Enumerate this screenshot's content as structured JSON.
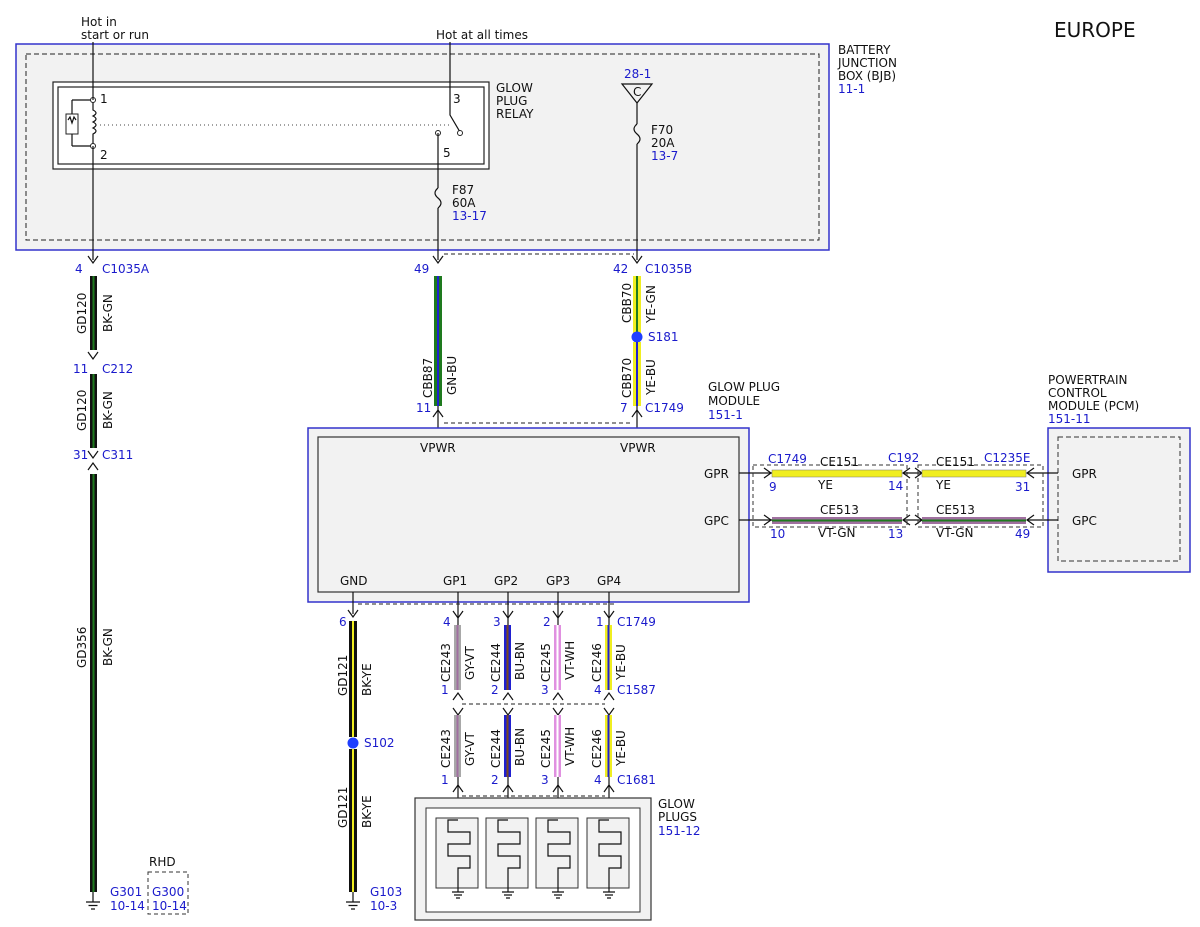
{
  "region": "EUROPE",
  "colors": {
    "module_border": "#3333cc",
    "bk": "#111111",
    "gn": "#1e7a1e",
    "ye": "#f0ee20",
    "vt": "#a070a0",
    "gy": "#a8a8a8",
    "bu": "#2020d0",
    "wh": "#ffffff",
    "bn": "#7a4a20",
    "splice": "#1f3fff"
  },
  "supply": {
    "run": {
      "line1": "Hot in",
      "line2": "start or run"
    },
    "always": "Hot at all times"
  },
  "bjb": {
    "name": [
      "BATTERY",
      "JUNCTION",
      "BOX (BJB)"
    ],
    "ref": "11-1",
    "relay": {
      "name": [
        "GLOW",
        "PLUG",
        "RELAY"
      ],
      "pins": [
        "1",
        "2",
        "3",
        "5"
      ]
    },
    "f87": {
      "name": "F87",
      "rating": "60A",
      "ref": "13-17"
    },
    "f70": {
      "name": "F70",
      "rating": "20A",
      "ref": "13-7"
    },
    "feed": {
      "ref": "28-1",
      "letter": "C"
    }
  },
  "left_circuit": {
    "c1035a": {
      "pin": "4",
      "name": "C1035A"
    },
    "seg1": {
      "circuit": "GD120",
      "color": "BK-GN"
    },
    "c212": {
      "pin": "11",
      "name": "C212"
    },
    "seg2": {
      "circuit": "GD120",
      "color": "BK-GN"
    },
    "c311": {
      "pin": "31",
      "name": "C311"
    },
    "seg3": {
      "circuit": "GD356",
      "color": "BK-GN"
    },
    "g301": {
      "name": "G301",
      "ref": "10-14"
    },
    "rhd": {
      "label": "RHD",
      "name": "G300",
      "ref": "10-14"
    }
  },
  "feeds": {
    "c1035b": {
      "pin49": "49",
      "pin42": "42",
      "name": "C1035B"
    },
    "cbb87": {
      "circuit": "CBB87",
      "color": "GN-BU"
    },
    "cbb70a": {
      "circuit": "CBB70",
      "color": "YE-GN"
    },
    "s181": "S181",
    "cbb70b": {
      "circuit": "CBB70",
      "color": "YE-BU"
    },
    "c1749": {
      "pin11": "11",
      "pin7": "7",
      "name": "C1749"
    }
  },
  "gpm": {
    "name": [
      "GLOW PLUG",
      "MODULE"
    ],
    "ref": "151-1",
    "vpwr1": "VPWR",
    "vpwr2": "VPWR",
    "gpr": "GPR",
    "gpc": "GPC",
    "gnd": "GND",
    "gp": [
      "GP1",
      "GP2",
      "GP3",
      "GP4"
    ]
  },
  "pcm": {
    "name": [
      "POWERTRAIN",
      "CONTROL",
      "MODULE (PCM)"
    ],
    "ref": "151-11",
    "gpr": "GPR",
    "gpc": "GPC"
  },
  "right_links": {
    "c1749": "C1749",
    "c192": "C192",
    "c1235e": "C1235E",
    "gpr_a": {
      "circuit": "CE151",
      "color": "YE",
      "p_left": "9",
      "p_right": "14"
    },
    "gpr_b": {
      "circuit": "CE151",
      "color": "YE",
      "p_right": "31"
    },
    "gpc_a": {
      "circuit": "CE513",
      "color": "VT-GN",
      "p_left": "10",
      "p_right": "13"
    },
    "gpc_b": {
      "circuit": "CE513",
      "color": "VT-GN",
      "p_right": "49"
    }
  },
  "ground_circuit": {
    "pin": "6",
    "seg1": {
      "circuit": "GD121",
      "color": "BK-YE"
    },
    "s102": "S102",
    "seg2": {
      "circuit": "GD121",
      "color": "BK-YE"
    },
    "g103": {
      "name": "G103",
      "ref": "10-3"
    }
  },
  "plug_wires": {
    "top_pins": [
      "4",
      "3",
      "2",
      "1"
    ],
    "c1749": "C1749",
    "mid_pins": [
      "1",
      "2",
      "3",
      "4"
    ],
    "c1587": "C1587",
    "bottom_pins": [
      "1",
      "2",
      "3",
      "4"
    ],
    "c1681": "C1681",
    "circuits": [
      "CE243",
      "CE244",
      "CE245",
      "CE246"
    ],
    "colors": [
      "GY-VT",
      "BU-BN",
      "VT-WH",
      "YE-BU"
    ]
  },
  "glow_plugs": {
    "name": [
      "GLOW",
      "PLUGS"
    ],
    "ref": "151-12"
  }
}
